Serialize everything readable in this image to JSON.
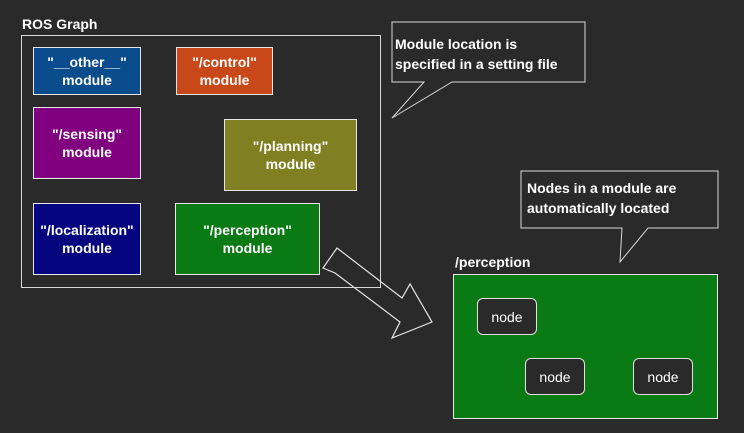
{
  "colors": {
    "background": "#2a2a2a",
    "frame": "#d8d8d8",
    "other": "#0b4c8c",
    "control": "#c8481a",
    "sensing": "#800080",
    "planning": "#808022",
    "localization": "#050580",
    "perception": "#0a7a15",
    "perception_area": "#0a7a15"
  },
  "ros_graph": {
    "title": "ROS Graph",
    "modules": [
      {
        "key": "other",
        "line1": "\"__other__\"",
        "line2": "module"
      },
      {
        "key": "control",
        "line1": "\"/control\"",
        "line2": "module"
      },
      {
        "key": "sensing",
        "line1": "\"/sensing\"",
        "line2": "module"
      },
      {
        "key": "planning",
        "line1": "\"/planning\"",
        "line2": "module"
      },
      {
        "key": "localization",
        "line1": "\"/localization\"",
        "line2": "module"
      },
      {
        "key": "perception",
        "line1": "\"/perception\"",
        "line2": "module"
      }
    ]
  },
  "callout_top": {
    "line1": "Module location is",
    "line2": "specified in a setting file"
  },
  "callout_right": {
    "line1": "Nodes in a module are",
    "line2": "automatically located"
  },
  "perception_detail": {
    "title": "/perception",
    "nodes": [
      "node",
      "node",
      "node"
    ]
  }
}
